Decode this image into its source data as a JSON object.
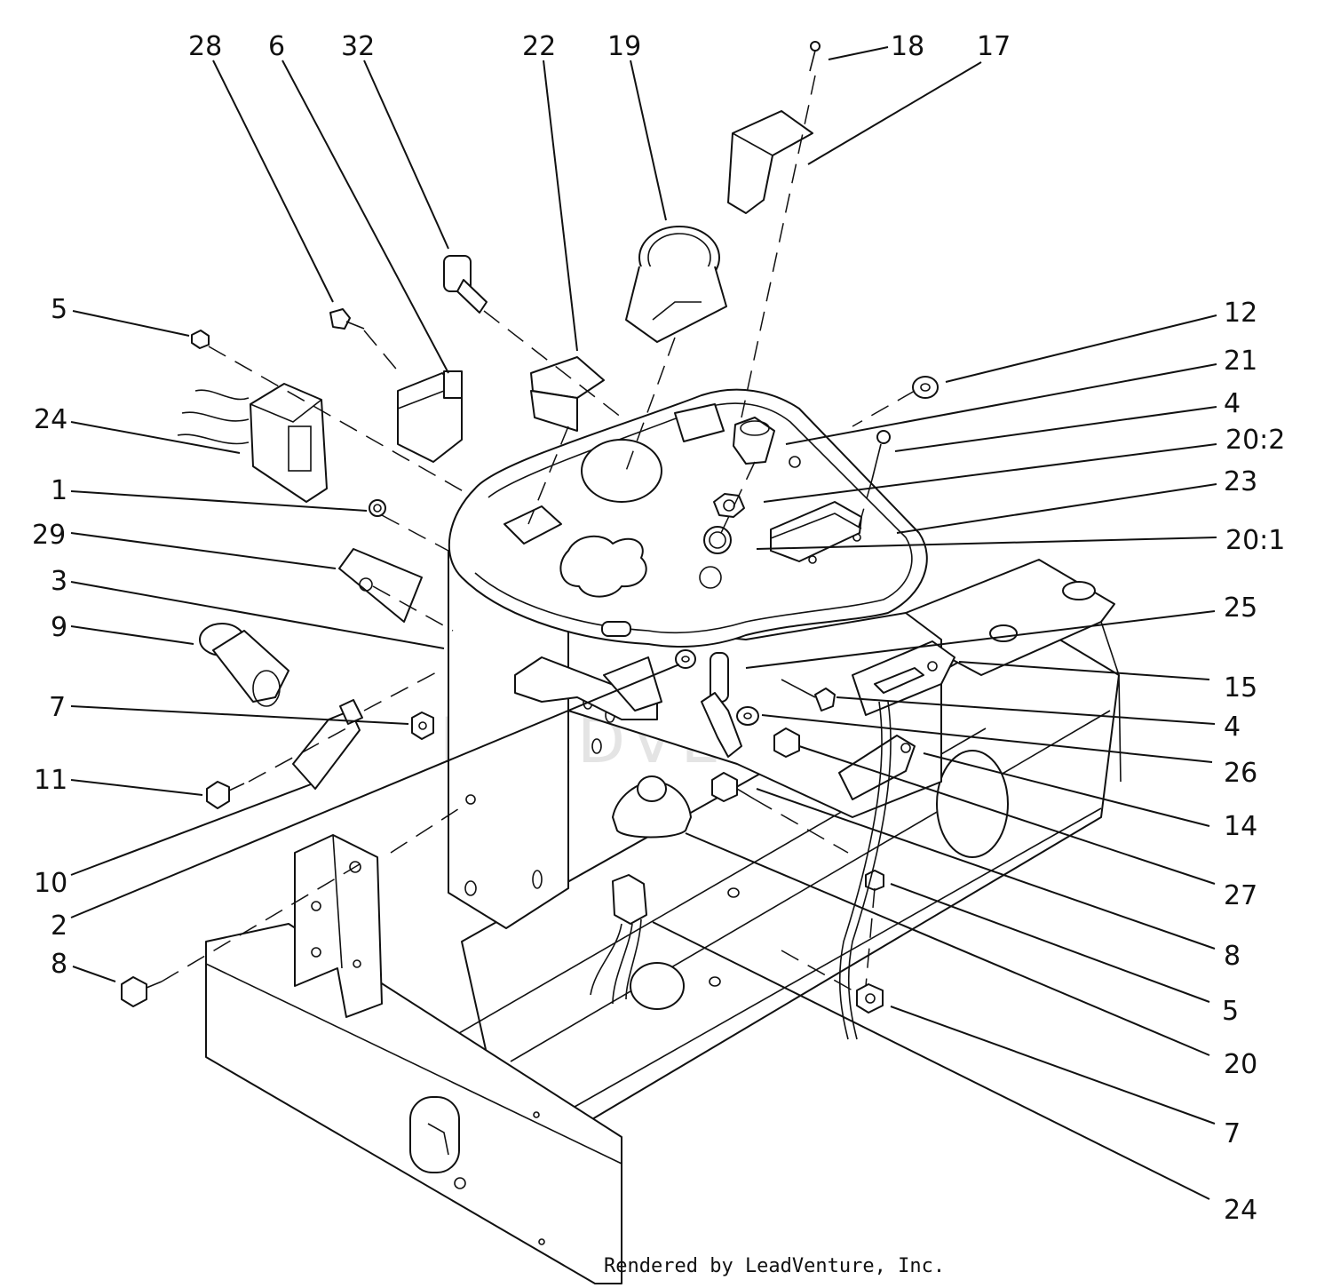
{
  "diagram": {
    "watermark_text": "LEADVENTURE",
    "credit": "Rendered by LeadVenture, Inc.",
    "callouts": [
      {
        "id": "c28",
        "label": "28"
      },
      {
        "id": "c6",
        "label": "6"
      },
      {
        "id": "c32",
        "label": "32"
      },
      {
        "id": "c22",
        "label": "22"
      },
      {
        "id": "c19",
        "label": "19"
      },
      {
        "id": "c18",
        "label": "18"
      },
      {
        "id": "c17",
        "label": "17"
      },
      {
        "id": "c5a",
        "label": "5"
      },
      {
        "id": "c12",
        "label": "12"
      },
      {
        "id": "c21",
        "label": "21"
      },
      {
        "id": "c24a",
        "label": "24"
      },
      {
        "id": "c4a",
        "label": "4"
      },
      {
        "id": "c20_2",
        "label": "20:2"
      },
      {
        "id": "c23",
        "label": "23"
      },
      {
        "id": "c1",
        "label": "1"
      },
      {
        "id": "c20_1",
        "label": "20:1"
      },
      {
        "id": "c29",
        "label": "29"
      },
      {
        "id": "c3",
        "label": "3"
      },
      {
        "id": "c25",
        "label": "25"
      },
      {
        "id": "c9",
        "label": "9"
      },
      {
        "id": "c15",
        "label": "15"
      },
      {
        "id": "c7a",
        "label": "7"
      },
      {
        "id": "c4b",
        "label": "4"
      },
      {
        "id": "c26",
        "label": "26"
      },
      {
        "id": "c11",
        "label": "11"
      },
      {
        "id": "c14",
        "label": "14"
      },
      {
        "id": "c10",
        "label": "10"
      },
      {
        "id": "c27",
        "label": "27"
      },
      {
        "id": "c2",
        "label": "2"
      },
      {
        "id": "c8a",
        "label": "8"
      },
      {
        "id": "c8b",
        "label": "8"
      },
      {
        "id": "c5b",
        "label": "5"
      },
      {
        "id": "c20",
        "label": "20"
      },
      {
        "id": "c7b",
        "label": "7"
      },
      {
        "id": "c24b",
        "label": "24"
      }
    ]
  }
}
